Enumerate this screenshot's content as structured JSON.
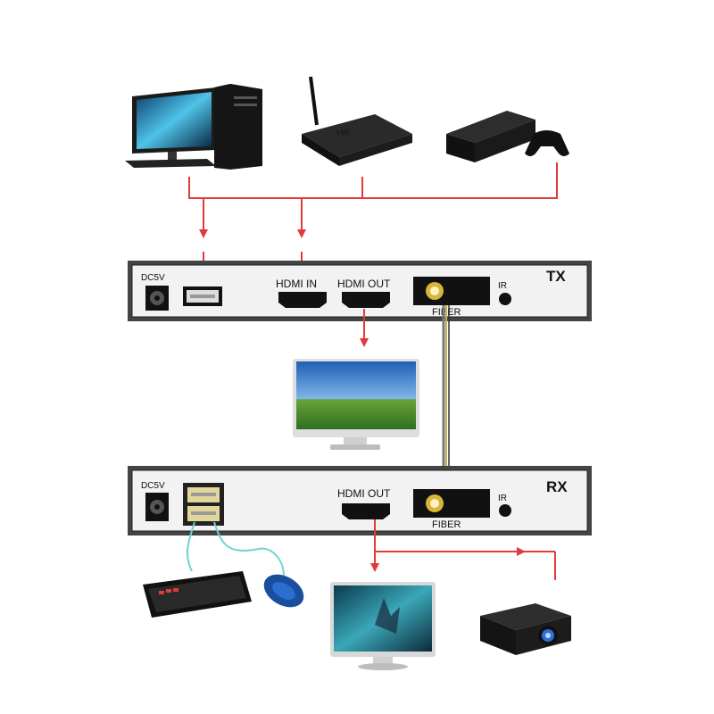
{
  "tx": {
    "title": "TX",
    "dc_label": "DC5V",
    "hdmi_in_label": "HDMI IN",
    "hdmi_out_label": "HDMI OUT",
    "fiber_label": "FIBER",
    "ir_label": "IR"
  },
  "rx": {
    "title": "RX",
    "dc_label": "DC5V",
    "hdmi_out_label": "HDMI OUT",
    "fiber_label": "FIBER",
    "ir_label": "IR"
  },
  "tvbox": {
    "brand": "T95"
  },
  "colors": {
    "arrow": "#e23a3a",
    "usb_cable": "#6fd3cf",
    "fiber_cable": "#c9b54a",
    "panel_bg": "#f2f2f2",
    "panel_border": "#222222"
  }
}
